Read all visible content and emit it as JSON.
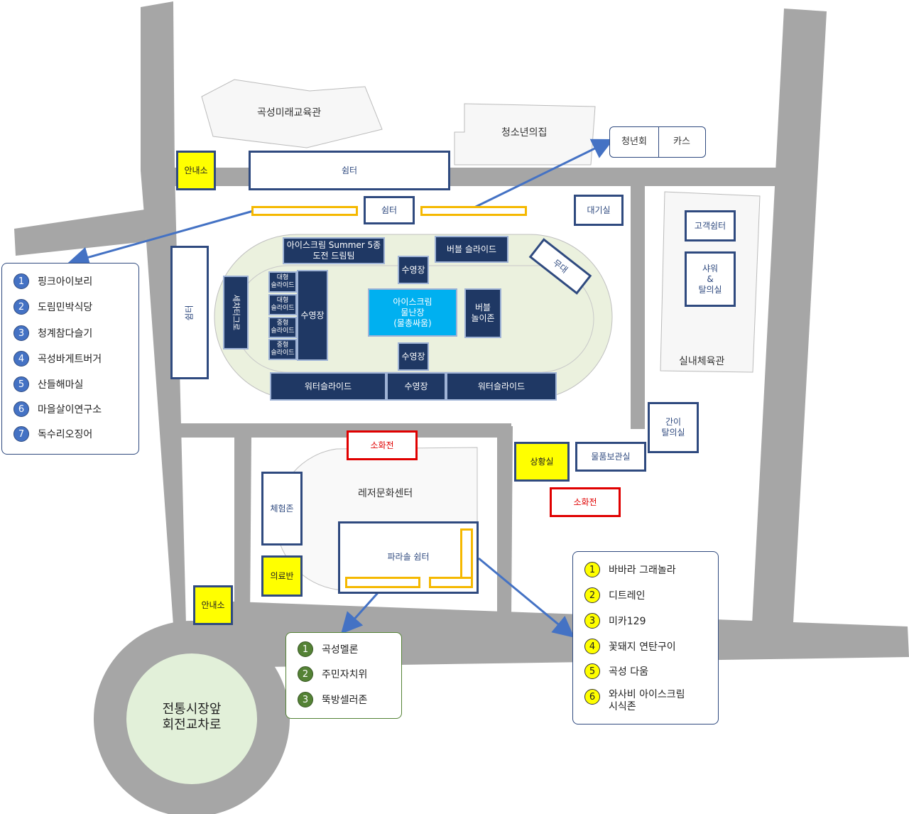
{
  "buildings": {
    "future_edu": "곡성미래교육관",
    "youth_house": "청소년의집",
    "indoor_gym": "실내체육관",
    "leisure_center": "레저문화센터",
    "roundabout": "전통시장앞\n회전교차로"
  },
  "facilities": {
    "info_top": "안내소",
    "info_bottom": "안내소",
    "shelter_top": "쉼터",
    "shelter_small": "쉼터",
    "shelter_left": "쉼터",
    "waiting_room": "대기실",
    "youth_club": "청년회",
    "cars": "카스",
    "customer_shelter": "고객쉼터",
    "shower": "샤워\n&\n탈의실",
    "simple_changing": "간이\n탈의실",
    "control_room": "상황실",
    "storage": "물품보관실",
    "hydrant_1": "소화전",
    "hydrant_2": "소화전",
    "experience_zone": "체험존",
    "medical": "의료반",
    "parasol_shelter": "파라솔 쉼터"
  },
  "pool": {
    "ice_cream_team": "아이스크림 Summer 5종\n도전 드림팀",
    "bubble_slide": "버블 슬라이드",
    "stage": "무대",
    "car_wash": "세차터그로",
    "large_slide_1": "대형\n슬라이드",
    "large_slide_2": "대형\n슬라이드",
    "mid_slide_1": "중형\n슬라이드",
    "mid_slide_2": "중형\n슬라이드",
    "pool_left": "수영장",
    "pool_top": "수영장",
    "pool_mid": "수영장",
    "pool_bottom": "수영장",
    "water_fight": "아이스크림\n물난장\n(물총싸움)",
    "bubble_zone": "버블\n놀이존",
    "water_slide_left": "워터슬라이드",
    "water_slide_right": "워터슬라이드"
  },
  "lists": {
    "blue": [
      "핑크아이보리",
      "도림민박식당",
      "청계참다슬기",
      "곡성바게트버거",
      "산들해마실",
      "마을살이연구소",
      "독수리오징어"
    ],
    "yellow": [
      "바바라 그래놀라",
      "디트레인",
      "미카129",
      "꽃돼지 연탄구이",
      "곡성 다움",
      "와사비 아이스크림\n시식존"
    ],
    "green": [
      "곡성멜론",
      "주민자치위",
      "뚝방셀러존"
    ]
  },
  "colors": {
    "road": "#a6a6a6",
    "navy": "#1f3864",
    "outline": "#2f4a7f",
    "arrow": "#4472c4",
    "highlight": "#00b0f0"
  }
}
